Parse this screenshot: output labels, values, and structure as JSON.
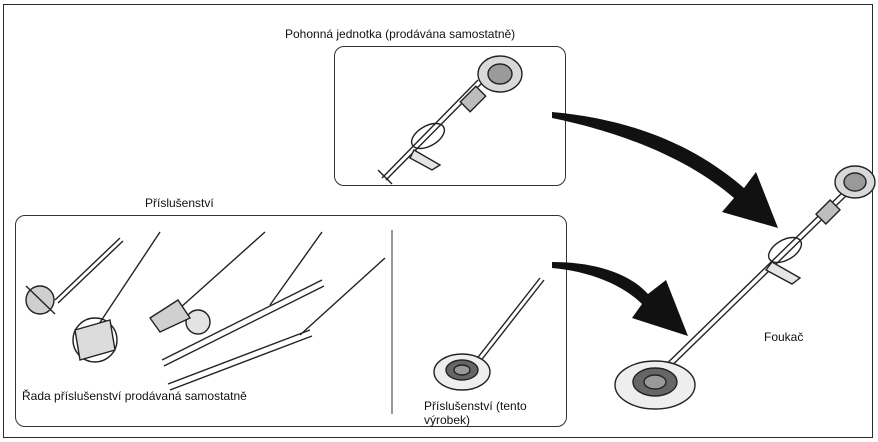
{
  "labels": {
    "power_unit": "Pohonná jednotka (prodávána samostatně)",
    "accessories": "Příslušenství",
    "accessory_range": "Řada příslušenství prodávaná samostatně",
    "this_accessory": "Příslušenství (tento výrobek)",
    "result": "Foukač"
  }
}
